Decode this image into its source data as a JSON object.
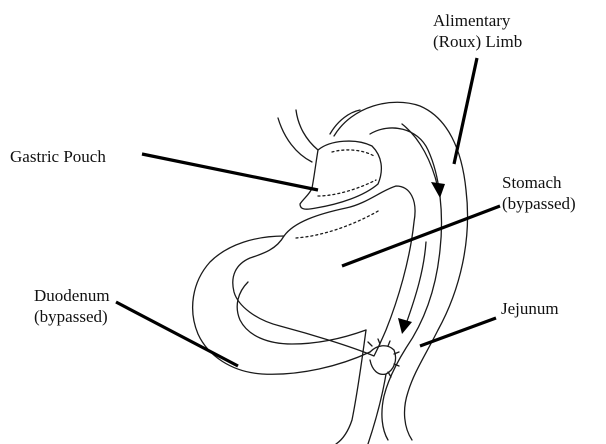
{
  "labels": {
    "alimentary": {
      "line1": "Alimentary",
      "line2": "(Roux) Limb"
    },
    "gastric_pouch": {
      "line1": "Gastric Pouch"
    },
    "stomach": {
      "line1": "Stomach",
      "line2": "(bypassed)"
    },
    "duodenum": {
      "line1": "Duodenum",
      "line2": "(bypassed)"
    },
    "jejunum": {
      "line1": "Jejunum"
    }
  },
  "colors": {
    "outline": "#1a1a1a",
    "leader": "#000000",
    "background": "#ffffff"
  }
}
